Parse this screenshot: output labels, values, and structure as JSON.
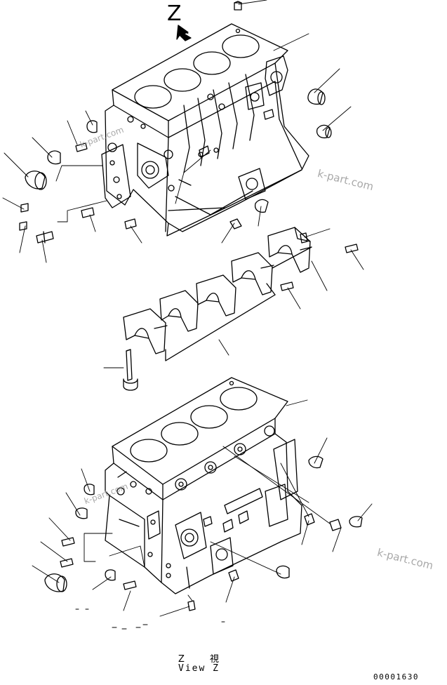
{
  "view_mark": "Z",
  "caption": {
    "japanese": "Z 視",
    "english": "View Z"
  },
  "drawing_code": "00001630",
  "watermark": "k-part.com"
}
